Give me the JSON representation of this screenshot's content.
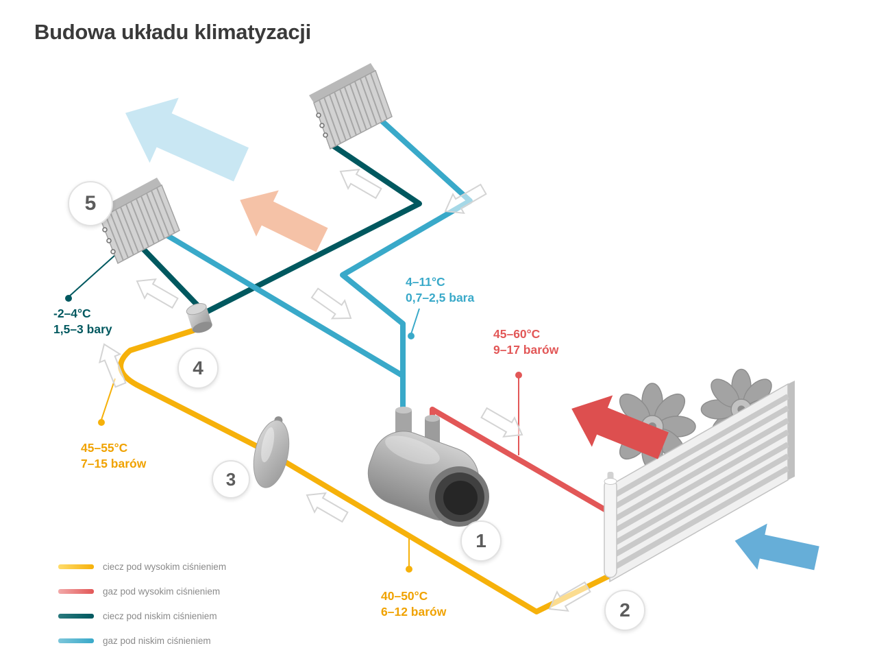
{
  "title": "Budowa układu klimatyzacji",
  "markers": {
    "compressor": "1",
    "condenser": "2",
    "dryer": "3",
    "expansion_valve": "4",
    "evaporator": "5"
  },
  "labels": {
    "evaporator_out": {
      "temp": "-2–4°C",
      "pressure": "1,5–3 bary"
    },
    "suction_gas": {
      "temp": "4–11°C",
      "pressure": "0,7–2,5 bara"
    },
    "discharge_gas": {
      "temp": "45–60°C",
      "pressure": "9–17 barów"
    },
    "liquid_line_left": {
      "temp": "45–55°C",
      "pressure": "7–15 barów"
    },
    "liquid_line_bottom": {
      "temp": "40–50°C",
      "pressure": "6–12 barów"
    }
  },
  "legend": {
    "items": [
      {
        "label": "ciecz pod wysokim ciśnieniem"
      },
      {
        "label": "gaz pod wysokim ciśnieniem"
      },
      {
        "label": "ciecz pod niskim ciśnieniem"
      },
      {
        "label": "gaz pod niskim ciśnieniem"
      }
    ]
  },
  "colors": {
    "pipe_yellow": "#f6b10a",
    "pipe_yellow_light": "#ffdc6b",
    "pipe_red": "#e25757",
    "pipe_teal": "#00585f",
    "pipe_cyan": "#39a9c9",
    "label_orange": "#f0a200",
    "arrow_pale_blue": "#c9e7f3",
    "arrow_salmon": "#f5c2a7",
    "arrow_red": "#dd4f4f",
    "arrow_blue": "#66aed8",
    "title_text": "#3a3a3a",
    "legend_text": "#8a8a8a"
  }
}
